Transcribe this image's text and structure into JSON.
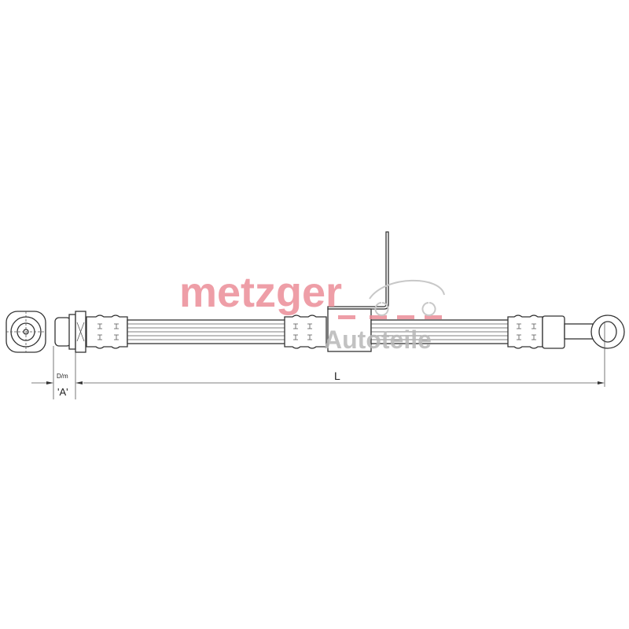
{
  "watermark": {
    "brand": "metzger",
    "sub": "Autoteile",
    "brand_color": "#ec8e98",
    "sub_color": "#b8b8b8"
  },
  "labels": {
    "length": "L",
    "dim": "D/m",
    "dim_ref": "'A'"
  },
  "colors": {
    "line": "#333333"
  }
}
